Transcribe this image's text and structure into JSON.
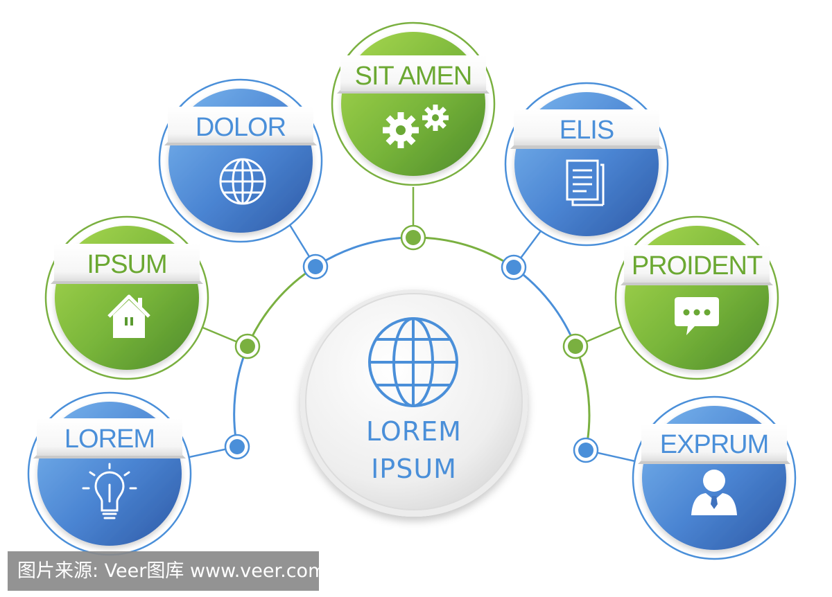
{
  "colors": {
    "blue": "#3f7fd0",
    "blue_light": "#6aa8e6",
    "blue_dark": "#2f5ea8",
    "green": "#76b33a",
    "green_light": "#9ed04a",
    "green_dark": "#4f8f2a",
    "connector_blue": "#4a8fd9",
    "connector_green": "#7ab040"
  },
  "center": {
    "line1": "LOREM",
    "line2": "IPSUM",
    "icon": "globe-icon"
  },
  "nodes": [
    {
      "id": "lorem",
      "label": "LOREM",
      "icon": "lightbulb-icon",
      "color": "blue"
    },
    {
      "id": "ipsum",
      "label": "IPSUM",
      "icon": "house-icon",
      "color": "green"
    },
    {
      "id": "dolor",
      "label": "DOLOR",
      "icon": "globe-icon",
      "color": "blue"
    },
    {
      "id": "sit-amen",
      "label": "SIT AMEN",
      "icon": "gears-icon",
      "color": "green"
    },
    {
      "id": "elis",
      "label": "ELIS",
      "icon": "document-icon",
      "color": "blue"
    },
    {
      "id": "proident",
      "label": "PROIDENT",
      "icon": "speech-bubble-icon",
      "color": "green"
    },
    {
      "id": "exprum",
      "label": "EXPRUM",
      "icon": "person-icon",
      "color": "blue"
    }
  ],
  "watermark": "图片来源: Veer图库 www.veer.com"
}
